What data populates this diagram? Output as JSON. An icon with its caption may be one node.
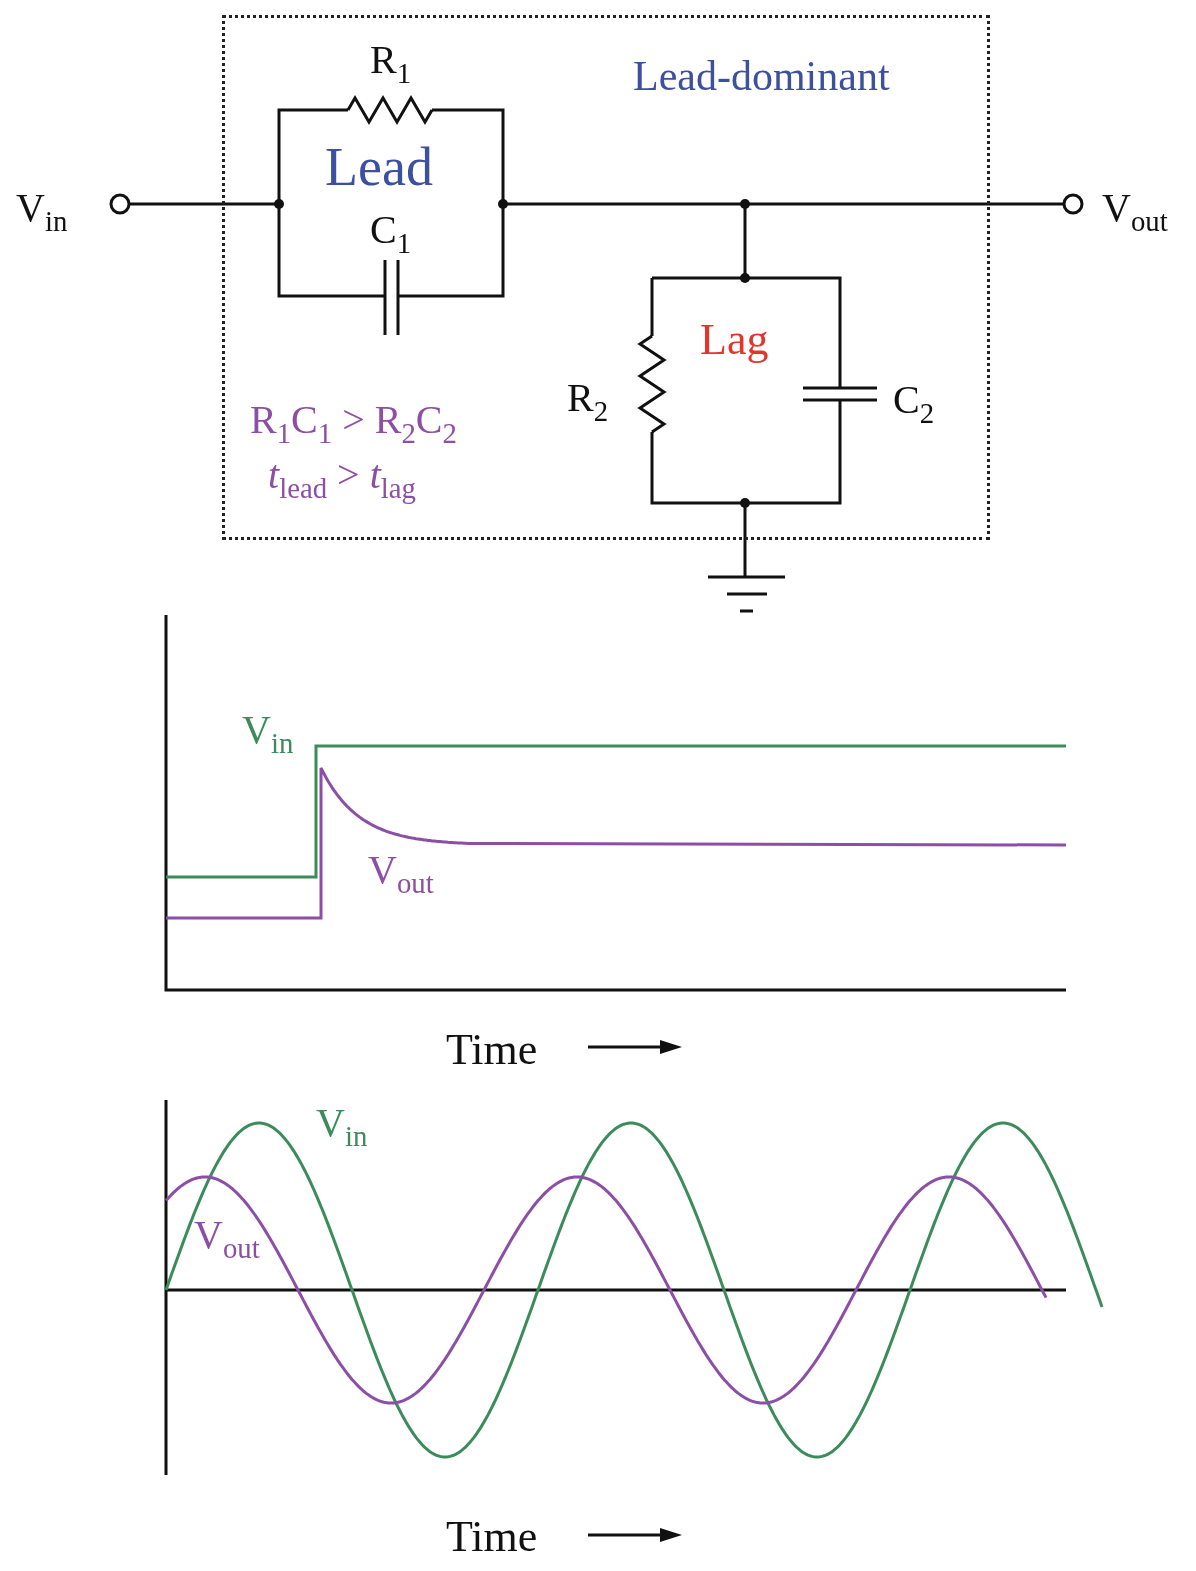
{
  "diagram": {
    "nodes": [
      {
        "text": [
          "Lead-dominant"
        ]
      }
    ],
    "edges": [],
    "labels": [
      "V$_{in}$",
      "R$_{1}$",
      "Lead",
      "C$_{1}$",
      "V$_{out}$",
      "Lag",
      "R$_{2}$",
      "C$_{2}$",
      "R$_{1}$C$_{1}$ > R$_{2}$C$_{2}$",
      "*t*$_{lead}$ > *t*$_{lag}$",
      "V$_{in}$",
      "V$_{out}$",
      "Time",
      "V$_{in}$",
      "V$_{out}$",
      "Time"
    ]
  }
}
